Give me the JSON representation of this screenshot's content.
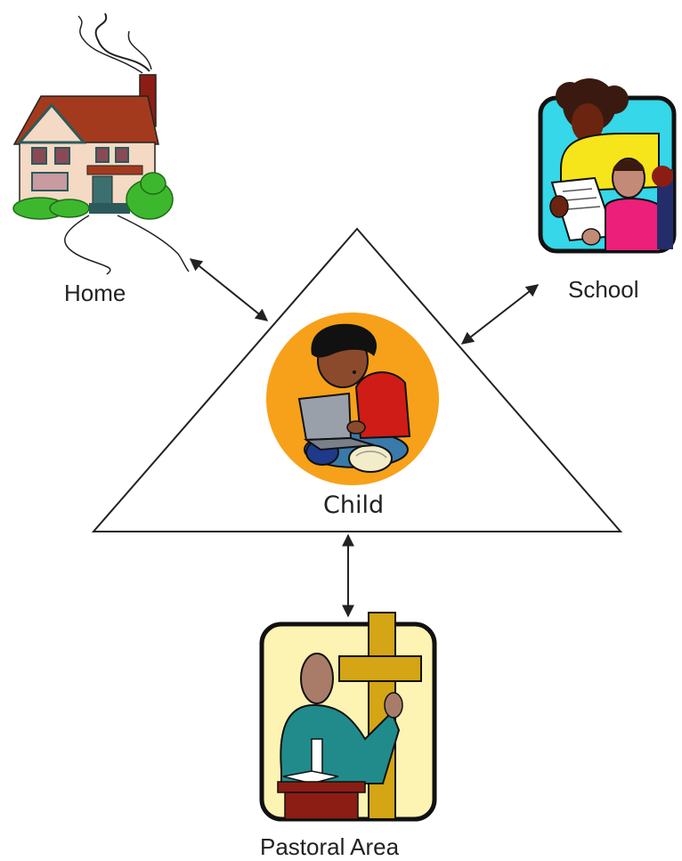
{
  "nodes": {
    "home": {
      "label": "Home",
      "icon": "house-icon"
    },
    "school": {
      "label": "School",
      "icon": "teacher-student-icon"
    },
    "child": {
      "label": "Child",
      "icon": "child-laptop-icon"
    },
    "pastoral": {
      "label": "Pastoral Area",
      "icon": "pastor-cross-icon"
    }
  },
  "colors": {
    "line": "#222222",
    "child_circle": "#f7a11a",
    "school_bg": "#35d7e8",
    "pastoral_bg": "#fdf3b3",
    "house_roof": "#a33a1e",
    "cross": "#d4a514"
  }
}
